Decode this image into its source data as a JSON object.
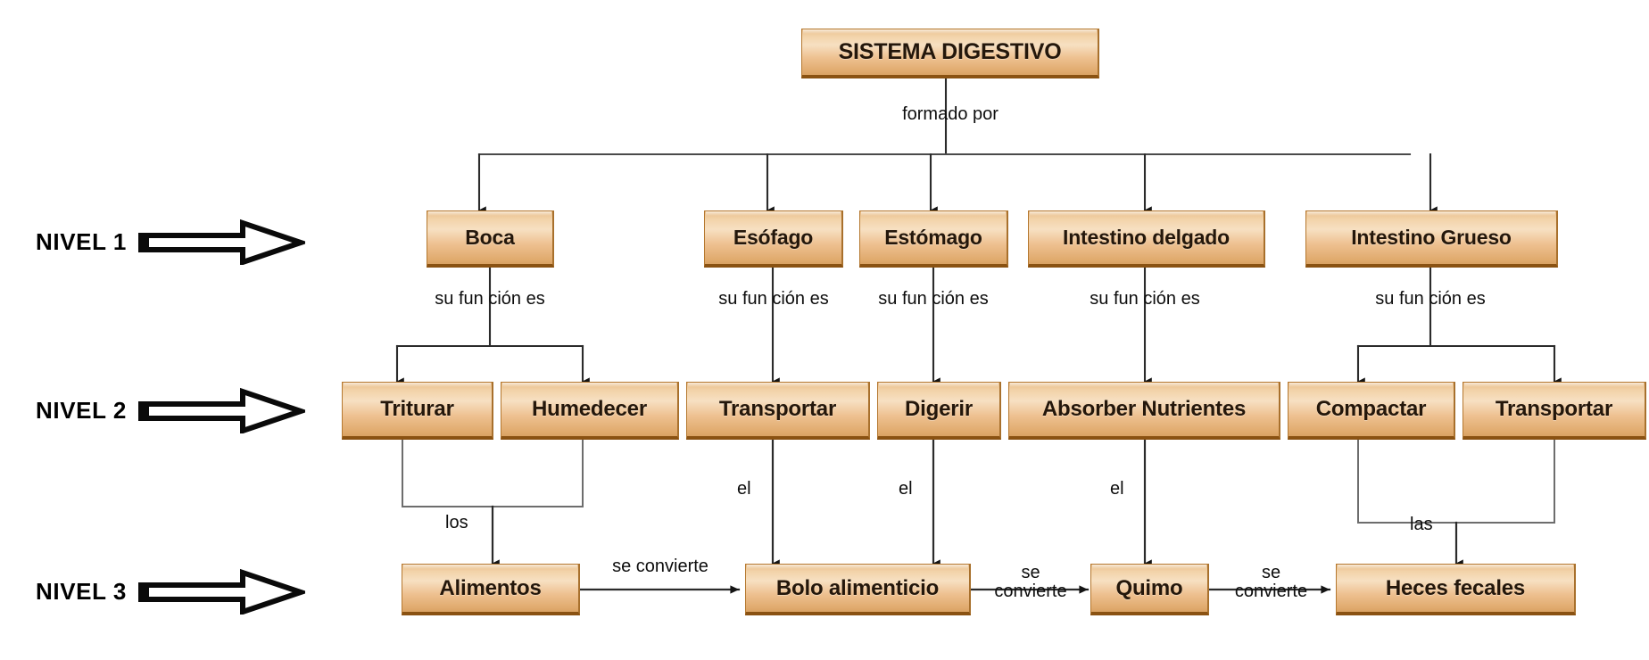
{
  "title": "Mapa conceptual del Sistema Digestivo",
  "colors": {
    "box_fill_light": "#f7e0c2",
    "box_fill_mid": "#eec191",
    "box_fill_dark": "#d9a263",
    "box_border": "#b5782f",
    "box_shadow": "#8a5212",
    "text": "#24170b",
    "connector": "#1a1a1a",
    "background": "#ffffff"
  },
  "root": {
    "label": "SISTEMA DIGESTIVO",
    "relation": "formado por"
  },
  "levels": [
    {
      "id": "nivel-1",
      "label": "NIVEL 1",
      "icon": "right-block-arrow-icon"
    },
    {
      "id": "nivel-2",
      "label": "NIVEL 2",
      "icon": "right-block-arrow-icon"
    },
    {
      "id": "nivel-3",
      "label": "NIVEL 3",
      "icon": "right-block-arrow-icon"
    }
  ],
  "organs": [
    {
      "id": "boca",
      "label": "Boca",
      "relation": "su fun ción es"
    },
    {
      "id": "esofago",
      "label": "Esófago",
      "relation": "su fun ción es"
    },
    {
      "id": "estomago",
      "label": "Estómago",
      "relation": "su fun ción es"
    },
    {
      "id": "intestino-delgado",
      "label": "Intestino delgado",
      "relation": "su fun ción es"
    },
    {
      "id": "intestino-grueso",
      "label": "Intestino Grueso",
      "relation": "su fun ción es"
    }
  ],
  "functions": [
    {
      "id": "triturar",
      "label": "Triturar",
      "parent": "boca"
    },
    {
      "id": "humedecer",
      "label": "Humedecer",
      "parent": "boca"
    },
    {
      "id": "transportar-esofago",
      "label": "Transportar",
      "parent": "esofago"
    },
    {
      "id": "digerir",
      "label": "Digerir",
      "parent": "estomago"
    },
    {
      "id": "absorber-nutrientes",
      "label": "Absorber Nutrientes",
      "parent": "intestino-delgado"
    },
    {
      "id": "compactar",
      "label": "Compactar",
      "parent": "intestino-grueso"
    },
    {
      "id": "transportar-grueso",
      "label": "Transportar",
      "parent": "intestino-grueso"
    }
  ],
  "substances": [
    {
      "id": "alimentos",
      "label": "Alimentos"
    },
    {
      "id": "bolo-alimenticio",
      "label": "Bolo alimenticio"
    },
    {
      "id": "quimo",
      "label": "Quimo"
    },
    {
      "id": "heces-fecales",
      "label": "Heces fecales"
    }
  ],
  "link_labels": {
    "los": "los",
    "el_esofago": "el",
    "el_estomago": "el",
    "el_intestino": "el",
    "las": "las",
    "se_convierte_1": "se convierte",
    "se_convierte_2_line1": "se",
    "se_convierte_2_line2": "convierte",
    "se_convierte_3_line1": "se",
    "se_convierte_3_line2": "convierte"
  }
}
